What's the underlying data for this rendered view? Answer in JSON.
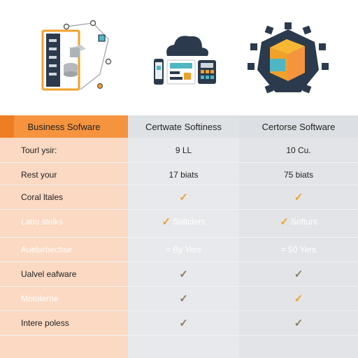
{
  "icons": [
    {
      "name": "document-network-icon"
    },
    {
      "name": "cloud-devices-icon"
    },
    {
      "name": "gear-cube-icon"
    }
  ],
  "colors": {
    "accent_orange": "#f5933f",
    "column1_bg": "#fbd9c2",
    "column2_bg": "#e7e9ec",
    "column3_bg": "#e2e4e7",
    "check_orange": "#f0a12a",
    "check_dark": "#8a7d63"
  },
  "table": {
    "headers": [
      "Business Sofware",
      "Certwate Softiness",
      "Certorse Software"
    ],
    "rows": [
      {
        "label": "Tourl ysir:",
        "col2": "9 LL",
        "col3": "10 Cu."
      },
      {
        "label": "Rest your",
        "col2": "17 biats",
        "col3": "75 biats"
      },
      {
        "label": "Coral ltales",
        "col2": "✓",
        "col3": "✓"
      },
      {
        "label": "Latio stolks",
        "col2": "Softclers",
        "col3": "Softurs"
      },
      {
        "label": "Auelarbectise",
        "col2": "= By Yers",
        "col3": "= 50 Yers"
      },
      {
        "label": "Ualvel eafware",
        "col2": "✓",
        "col3": "✓"
      },
      {
        "label": "Motolerne",
        "col2": "✓",
        "col3": "✓"
      },
      {
        "label": "Intere poless",
        "col2": "✓",
        "col3": "✓"
      }
    ]
  }
}
